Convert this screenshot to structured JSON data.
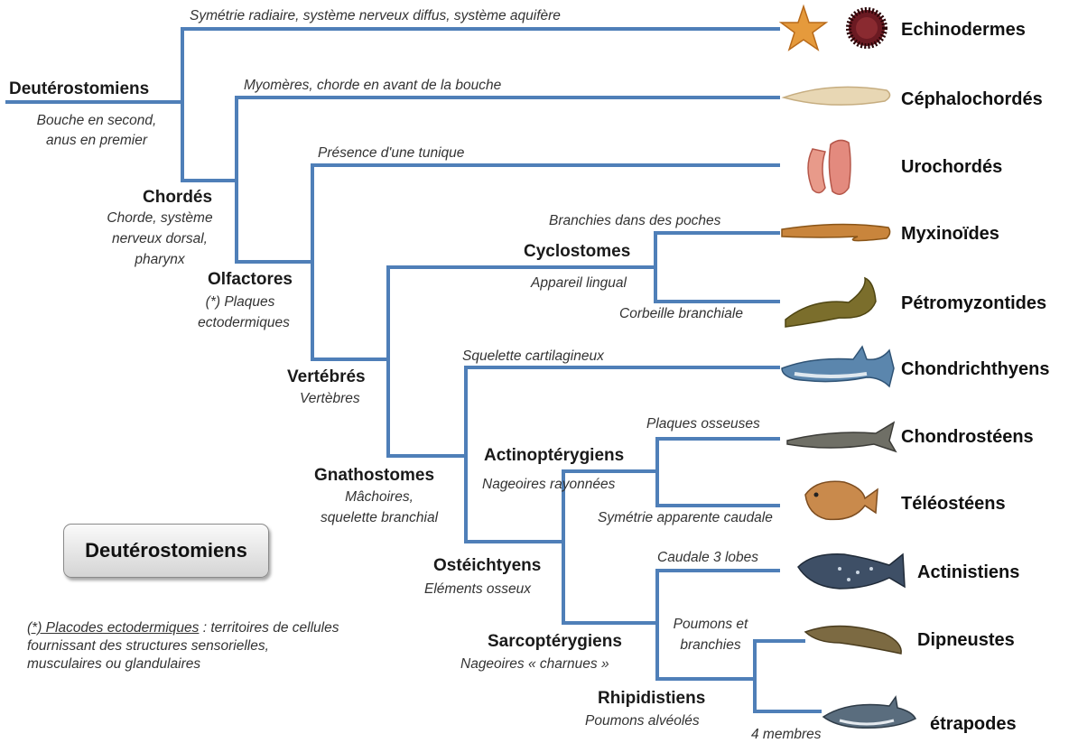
{
  "title_box": "Deutérostomiens",
  "footnote": {
    "term": "(*) Placodes ectodermiques",
    "lines": [
      " : territoires de cellules",
      "fournissant des structures sensorielles,",
      "musculaires ou glandulaires"
    ]
  },
  "nodes": {
    "deuterostomiens": {
      "name": "Deutérostomiens",
      "lines": [
        "Bouche en second,",
        "anus en premier"
      ]
    },
    "chordes": {
      "name": "Chordés",
      "lines": [
        "Chorde, système",
        "nerveux dorsal,",
        "pharynx"
      ]
    },
    "olfactores": {
      "name": "Olfactores",
      "lines": [
        "(*) Plaques",
        "ectodermiques"
      ]
    },
    "vertebres": {
      "name": "Vertébrés",
      "lines": [
        "Vertèbres"
      ]
    },
    "gnathostomes": {
      "name": "Gnathostomes",
      "lines": [
        "Mâchoires,",
        "squelette branchial"
      ]
    },
    "cyclostomes": {
      "name": "Cyclostomes",
      "lines": [
        "Appareil lingual"
      ]
    },
    "actinopterygiens": {
      "name": "Actinoptérygiens",
      "lines": [
        "Nageoires  rayonnées"
      ]
    },
    "osteichtyens": {
      "name": "Ostéichtyens",
      "lines": [
        "Eléments osseux"
      ]
    },
    "sarcopterygiens": {
      "name": "Sarcoptérygiens",
      "lines": [
        "Nageoires « charnues »"
      ]
    },
    "rhipidistiens": {
      "name": "Rhipidistiens",
      "lines": [
        "Poumons alvéolés"
      ]
    }
  },
  "branch_labels": {
    "echinodermes": "Symétrie radiaire, système nerveux diffus, système aquifère",
    "cephalochordes": "Myomères, chorde en avant de la bouche",
    "urochordes": "Présence d'une tunique",
    "myxinoides": "Branchies dans des poches",
    "petromyzontides": "Corbeille branchiale",
    "chondrichthyens": "Squelette cartilagineux",
    "chondrosteens": "Plaques osseuses",
    "teleosteens": "Symétrie apparente caudale",
    "actinistiens": "Caudale 3 lobes",
    "dipneustes": [
      "Poumons et",
      "branchies"
    ],
    "tetrapodes": "4 membres"
  },
  "taxa": [
    {
      "key": "echinodermes",
      "name": "Echinodermes",
      "icon": "starfish-and-sea-urchin-icon"
    },
    {
      "key": "cephalochordes",
      "name": "Céphalochordés",
      "icon": "lancelet-icon"
    },
    {
      "key": "urochordes",
      "name": "Urochordés",
      "icon": "sea-squirt-icon"
    },
    {
      "key": "myxinoides",
      "name": "Myxinoïdes",
      "icon": "hagfish-icon"
    },
    {
      "key": "petromyzontides",
      "name": "Pétromyzontides",
      "icon": "lamprey-icon"
    },
    {
      "key": "chondrichthyens",
      "name": "Chondrichthyens",
      "icon": "shark-icon"
    },
    {
      "key": "chondrosteens",
      "name": "Chondrostéens",
      "icon": "sturgeon-icon"
    },
    {
      "key": "teleosteens",
      "name": "Téléostéens",
      "icon": "grouper-icon"
    },
    {
      "key": "actinistiens",
      "name": "Actinistiens",
      "icon": "coelacanth-icon"
    },
    {
      "key": "dipneustes",
      "name": "Dipneustes",
      "icon": "lungfish-icon"
    },
    {
      "key": "tetrapodes",
      "name": "étrapodes",
      "icon": "dolphin-icon"
    }
  ],
  "colors": {
    "branch": "#4f7fb8",
    "text": "#222222"
  }
}
